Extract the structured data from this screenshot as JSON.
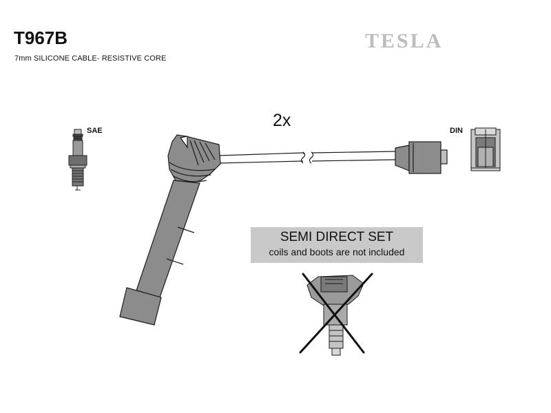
{
  "header": {
    "part_number": "T967B",
    "description": "7mm SILICONE CABLE- RESISTIVE CORE",
    "brand": "TESLA"
  },
  "diagram": {
    "quantity_label": "2x",
    "plug_type_label": "SAE",
    "connector_type_label": "DIN"
  },
  "notice": {
    "title": "SEMI DIRECT SET",
    "subtitle": "coils and boots are not included"
  },
  "icons": [
    "spark-plug-icon",
    "din-connector-icon",
    "ignition-lead-drawing",
    "coil-pack-crossed-icon"
  ],
  "colors": {
    "part_fill": "#8c8c8c",
    "notice_background": "#c9c9c9",
    "brand_text": "#bcbcbc"
  }
}
